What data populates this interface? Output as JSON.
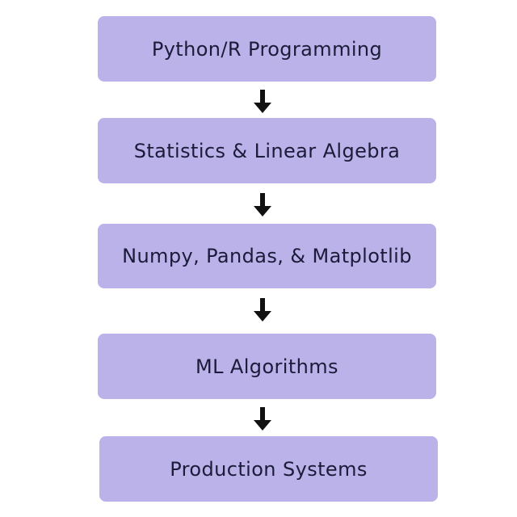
{
  "diagram": {
    "steps": [
      {
        "label": "Python/R Programming"
      },
      {
        "label": "Statistics & Linear Algebra"
      },
      {
        "label": "Numpy, Pandas, & Matplotlib"
      },
      {
        "label": "ML Algorithms"
      },
      {
        "label": "Production Systems"
      }
    ],
    "colors": {
      "box_fill": "#bab2e8",
      "text": "#1b1b3a",
      "arrow": "#111111",
      "background": "#ffffff"
    },
    "connector_icon": "arrow-down-icon"
  }
}
